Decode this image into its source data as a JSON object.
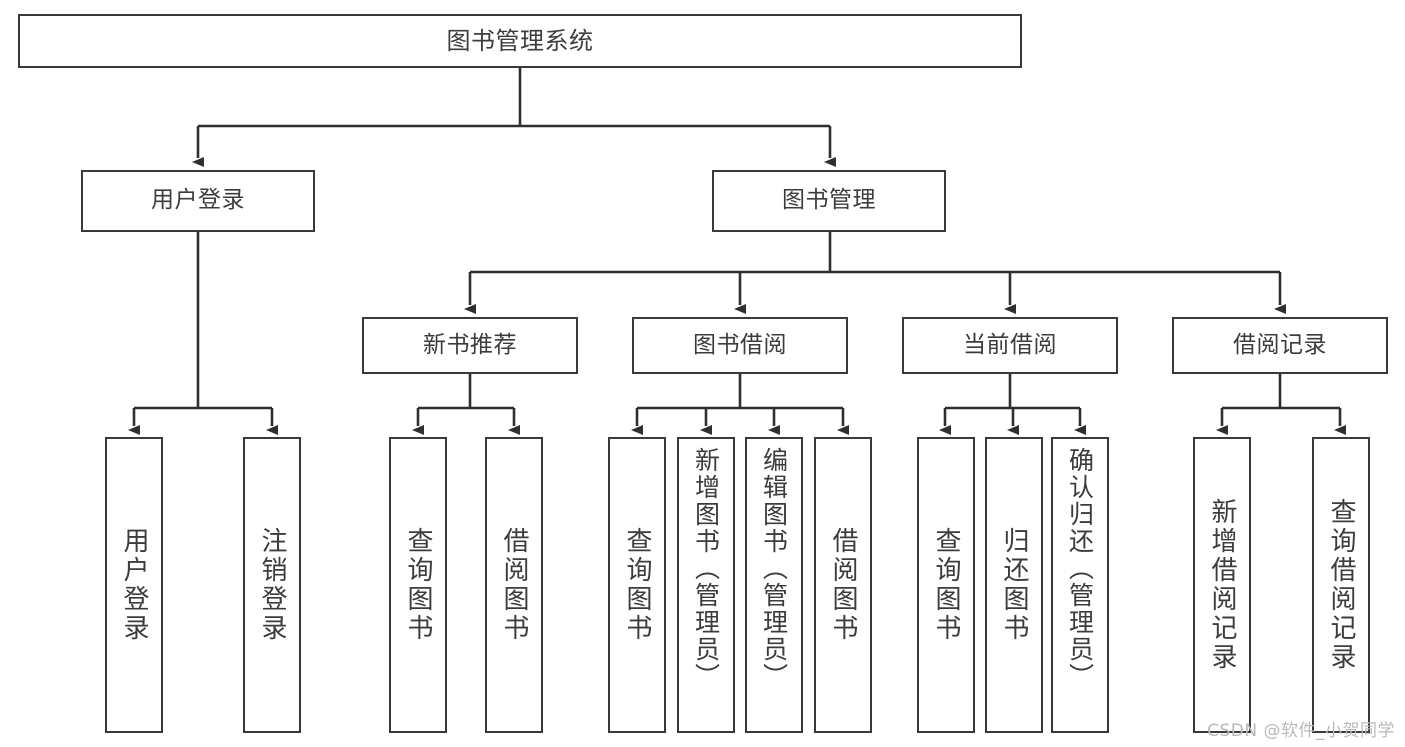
{
  "diagram": {
    "title": "图书管理系统",
    "type": "tree-hierarchy-chart",
    "watermark": "CSDN @软件_小贺同学",
    "colors": {
      "box_border": "#3a3a3a",
      "box_fill": "#ffffff",
      "connector": "#2f2f2f",
      "text": "#3c3c3c",
      "watermark": "#b9b9b9"
    },
    "root": {
      "label": "图书管理系统"
    },
    "level2": [
      {
        "label": "用户登录"
      },
      {
        "label": "图书管理"
      }
    ],
    "level3": [
      {
        "label": "新书推荐"
      },
      {
        "label": "图书借阅"
      },
      {
        "label": "当前借阅"
      },
      {
        "label": "借阅记录"
      }
    ],
    "leaves": {
      "user_login": [
        {
          "label": "用户登录"
        },
        {
          "label": "注销登录"
        }
      ],
      "new_book": [
        {
          "label": "查询图书"
        },
        {
          "label": "借阅图书"
        }
      ],
      "book_borrow": [
        {
          "label": "查询图书"
        },
        {
          "label": "新增图书（管理员）"
        },
        {
          "label": "编辑图书（管理员）"
        },
        {
          "label": "借阅图书"
        }
      ],
      "current_borrow": [
        {
          "label": "查询图书"
        },
        {
          "label": "归还图书"
        },
        {
          "label": "确认归还（管理员）"
        }
      ],
      "borrow_record": [
        {
          "label": "新增借阅记录"
        },
        {
          "label": "查询借阅记录"
        }
      ]
    }
  }
}
